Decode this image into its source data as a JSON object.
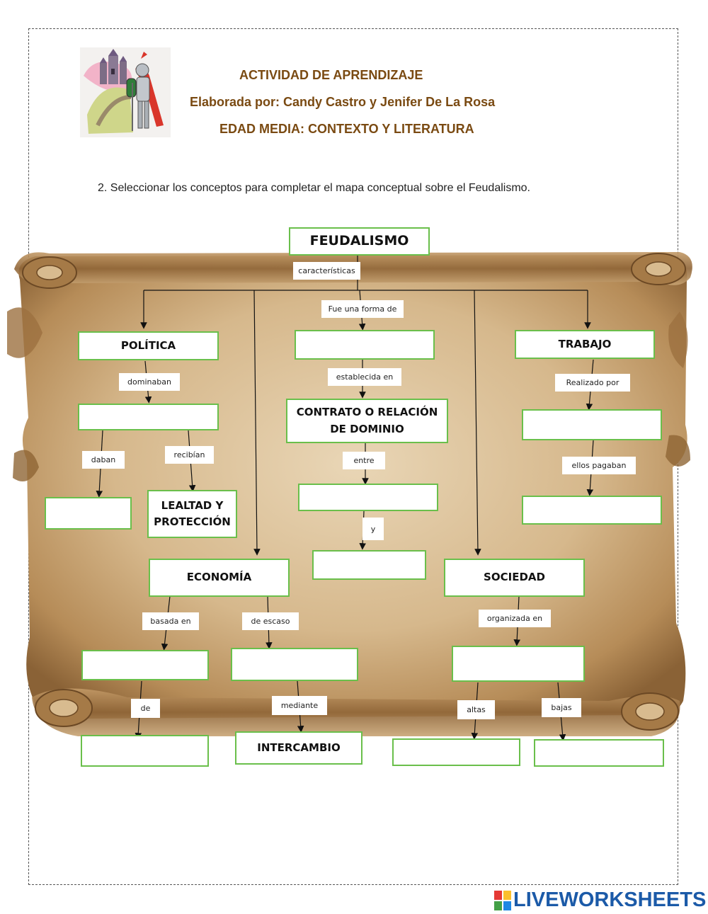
{
  "header": {
    "line1": "ACTIVIDAD DE APRENDIZAJE",
    "line2": "Elaborada por: Candy Castro y Jenifer De La Rosa",
    "line3": "EDAD MEDIA: CONTEXTO Y LITERATURA"
  },
  "instruction": "2. Seleccionar los conceptos para completar el mapa conceptual sobre el Feudalismo.",
  "map": {
    "root": "FEUDALISMO",
    "labels": {
      "caracteristicas": "características",
      "fue_forma": "Fue una forma de",
      "dominaban": "dominaban",
      "establecida": "establecida en",
      "realizado": "Realizado por",
      "daban": "daban",
      "recibian": "recibían",
      "entre": "entre",
      "ellos_pagaban": "ellos pagaban",
      "y": "y",
      "basada": "basada en",
      "escaso": "de escaso",
      "organizada": "organizada en",
      "de": "de",
      "mediante": "mediante",
      "altas": "altas",
      "bajas": "bajas"
    },
    "nodes": {
      "politica": "POLÍTICA",
      "trabajo": "TRABAJO",
      "contrato": "CONTRATO O RELACIÓN DE DOMINIO",
      "lealtad": "LEALTAD Y PROTECCIÓN",
      "economia": "ECONOMÍA",
      "sociedad": "SOCIEDAD",
      "intercambio": "INTERCAMBIO"
    },
    "blanks": {
      "forma": "",
      "dominaban": "",
      "realizado": "",
      "daban": "",
      "entre": "",
      "pagaban": "",
      "y": "",
      "basada": "",
      "escaso": "",
      "organizada": "",
      "de": "",
      "altas": "",
      "bajas": ""
    }
  },
  "brand": {
    "text": "LIVEWORKSHEETS",
    "colors": [
      "#e53935",
      "#fbc02d",
      "#43a047",
      "#1e88e5"
    ]
  },
  "colors": {
    "title": "#7a4a12",
    "box_border": "#6abf4b",
    "brand": "#1b5aa8",
    "parchment": "#c9a77a"
  }
}
